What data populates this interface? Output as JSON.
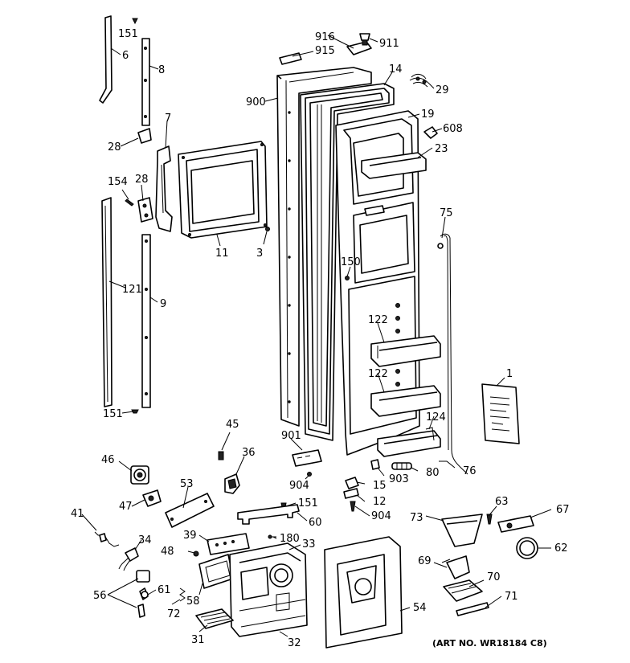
{
  "diagram": {
    "art_number": "(ART NO. WR18184 C8)",
    "part_labels": {
      "p151a": "151",
      "p6": "6",
      "p8": "8",
      "p916": "916",
      "p911": "911",
      "p915": "915",
      "p14": "14",
      "p29": "29",
      "p900": "900",
      "p19": "19",
      "p608": "608",
      "p23": "23",
      "p7": "7",
      "p28a": "28",
      "p154": "154",
      "p28b": "28",
      "p11": "11",
      "p3": "3",
      "p75": "75",
      "p150": "150",
      "p121": "121",
      "p9": "9",
      "p122a": "122",
      "p122b": "122",
      "p1": "1",
      "p151b": "151",
      "p124": "124",
      "p45": "45",
      "p901": "901",
      "p36": "36",
      "p46": "46",
      "p76": "76",
      "p80": "80",
      "p903": "903",
      "p53": "53",
      "p904a": "904",
      "p15": "15",
      "p47": "47",
      "p151c": "151",
      "p12": "12",
      "p904b": "904",
      "p63": "63",
      "p67": "67",
      "p41": "41",
      "p60": "60",
      "p73": "73",
      "p39": "39",
      "p180": "180",
      "p34": "34",
      "p33": "33",
      "p62": "62",
      "p48": "48",
      "p69": "69",
      "p70": "70",
      "p56": "56",
      "p61": "61",
      "p58": "58",
      "p54": "54",
      "p71": "71",
      "p72": "72",
      "p31": "31",
      "p32": "32"
    }
  }
}
